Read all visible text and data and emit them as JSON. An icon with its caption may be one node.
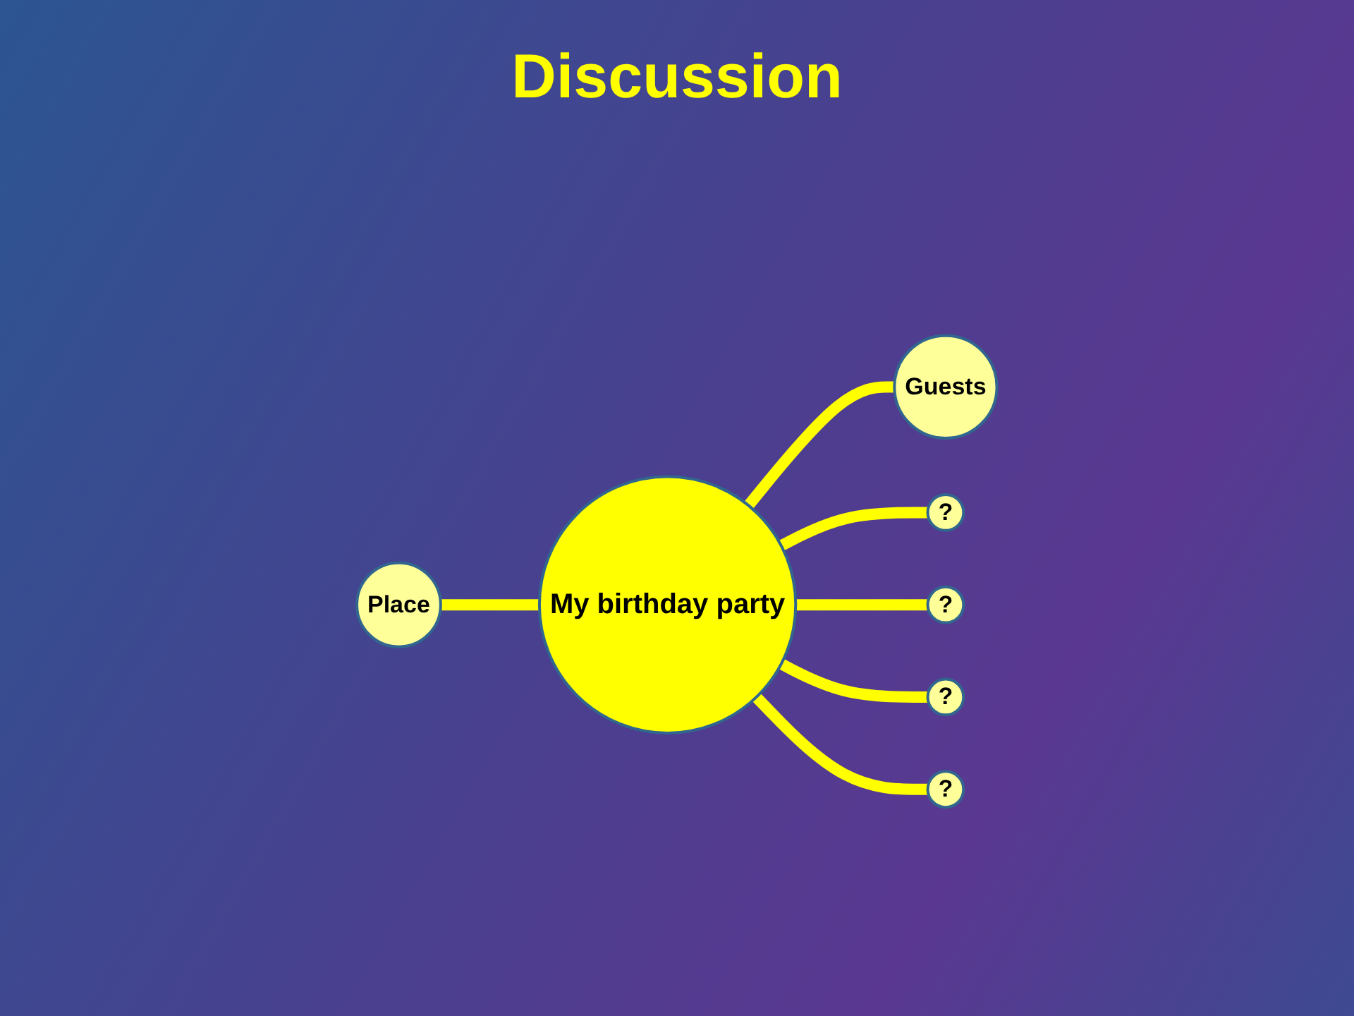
{
  "diagram": {
    "title": "Discussion",
    "nodes": [
      {
        "text": [
          "Guests"
        ]
      },
      {
        "text": [
          "?"
        ]
      },
      {
        "text": [
          "Place"
        ]
      },
      {
        "text": [
          "My birthday party"
        ]
      },
      {
        "text": [
          "?"
        ]
      },
      {
        "text": [
          "?"
        ]
      },
      {
        "text": [
          "?"
        ]
      }
    ],
    "edges": [
      {
        "from": 3,
        "to": 0,
        "arrow": "none"
      },
      {
        "from": 3,
        "to": 1,
        "arrow": "none"
      },
      {
        "from": 2,
        "to": 3,
        "arrow": "none"
      },
      {
        "from": 3,
        "to": 4,
        "arrow": "none"
      },
      {
        "from": 3,
        "to": 5,
        "arrow": "none"
      },
      {
        "from": 3,
        "to": 6,
        "arrow": "none"
      }
    ]
  }
}
